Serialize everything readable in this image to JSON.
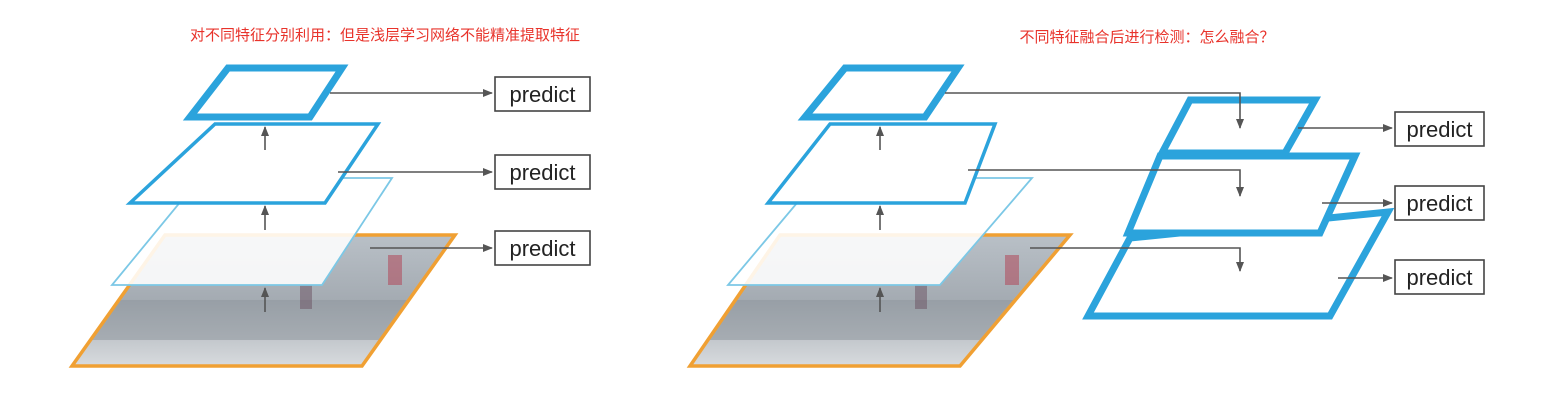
{
  "left": {
    "title": "对不同特征分别利用：但是浅层学习网络不能精准提取特征",
    "predicts": [
      "predict",
      "predict",
      "predict"
    ]
  },
  "right": {
    "title": "不同特征融合后进行检测：怎么融合？",
    "predicts": [
      "predict",
      "predict",
      "predict"
    ]
  },
  "colors": {
    "title": "#e8332b",
    "layer_blue": "#2ba3dc",
    "layer_light": "#7cc8e6",
    "image_border": "#f0a033",
    "arrow": "#555555"
  }
}
